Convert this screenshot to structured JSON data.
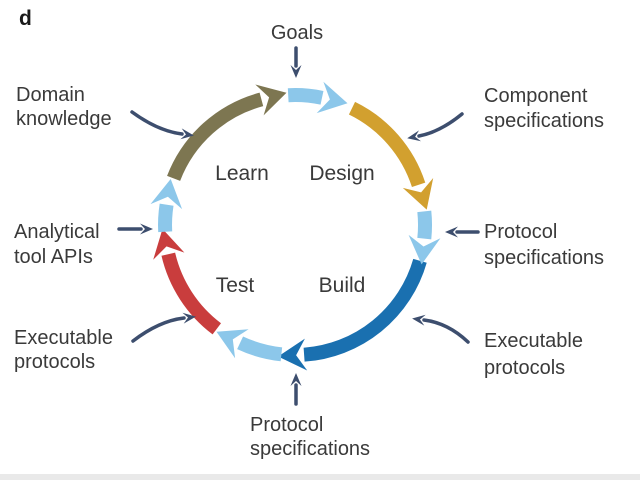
{
  "panel_label": "d",
  "cycle": {
    "phases": [
      {
        "label": "Learn",
        "color": "#7d7651"
      },
      {
        "label": "Design",
        "color": "#d2a02f"
      },
      {
        "label": "Build",
        "color": "#1a70b0"
      },
      {
        "label": "Test",
        "color": "#c93d3d"
      }
    ],
    "connector_color": "#8cc7ea"
  },
  "annotations": {
    "goals": {
      "label": "Goals"
    },
    "domain_knowledge": {
      "lines": [
        "Domain",
        "knowledge"
      ]
    },
    "component_specifications": {
      "lines": [
        "Component",
        "specifications"
      ]
    },
    "protocol_specifications_right": {
      "lines": [
        "Protocol",
        "specifications"
      ]
    },
    "executable_protocols_right": {
      "lines": [
        "Executable",
        "protocols"
      ]
    },
    "protocol_specifications_bottom": {
      "lines": [
        "Protocol",
        "specifications"
      ]
    },
    "executable_protocols_left": {
      "lines": [
        "Executable",
        "protocols"
      ]
    },
    "analytical_tool_apis": {
      "lines": [
        "Analytical",
        "tool APIs"
      ]
    }
  },
  "colors": {
    "annotation_arrow": "#3d4e6e",
    "text": "#3a3a3a"
  }
}
